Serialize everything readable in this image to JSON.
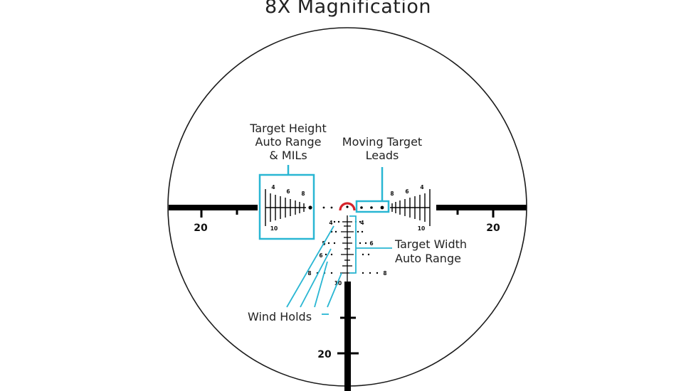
{
  "title": "8X Magnification",
  "colors": {
    "callout": "#29b6d3",
    "center_circle": "#d6232a",
    "reticle": "#000000"
  },
  "callouts": {
    "target_height": [
      "Target Height",
      "Auto Range",
      "& MILs"
    ],
    "moving_target": [
      "Moving Target",
      "Leads"
    ],
    "target_width": [
      "Target Width",
      "Auto Range"
    ],
    "wind_holds": "Wind Holds"
  },
  "range_labels": {
    "left": "20",
    "right": "20",
    "bottom": "20"
  },
  "left_ladder": {
    "top_a": "4",
    "top_b": "6",
    "top_c": "8",
    "bottom": "10"
  },
  "right_ladder": {
    "top_a": "8",
    "top_b": "6",
    "top_c": "4",
    "bottom": "10"
  },
  "lower_ladder": {
    "r1": "4",
    "r2": "6",
    "r3": "8",
    "l1": "4",
    "l2": "5",
    "l3": "6",
    "l4": "8",
    "bottom": "10"
  }
}
